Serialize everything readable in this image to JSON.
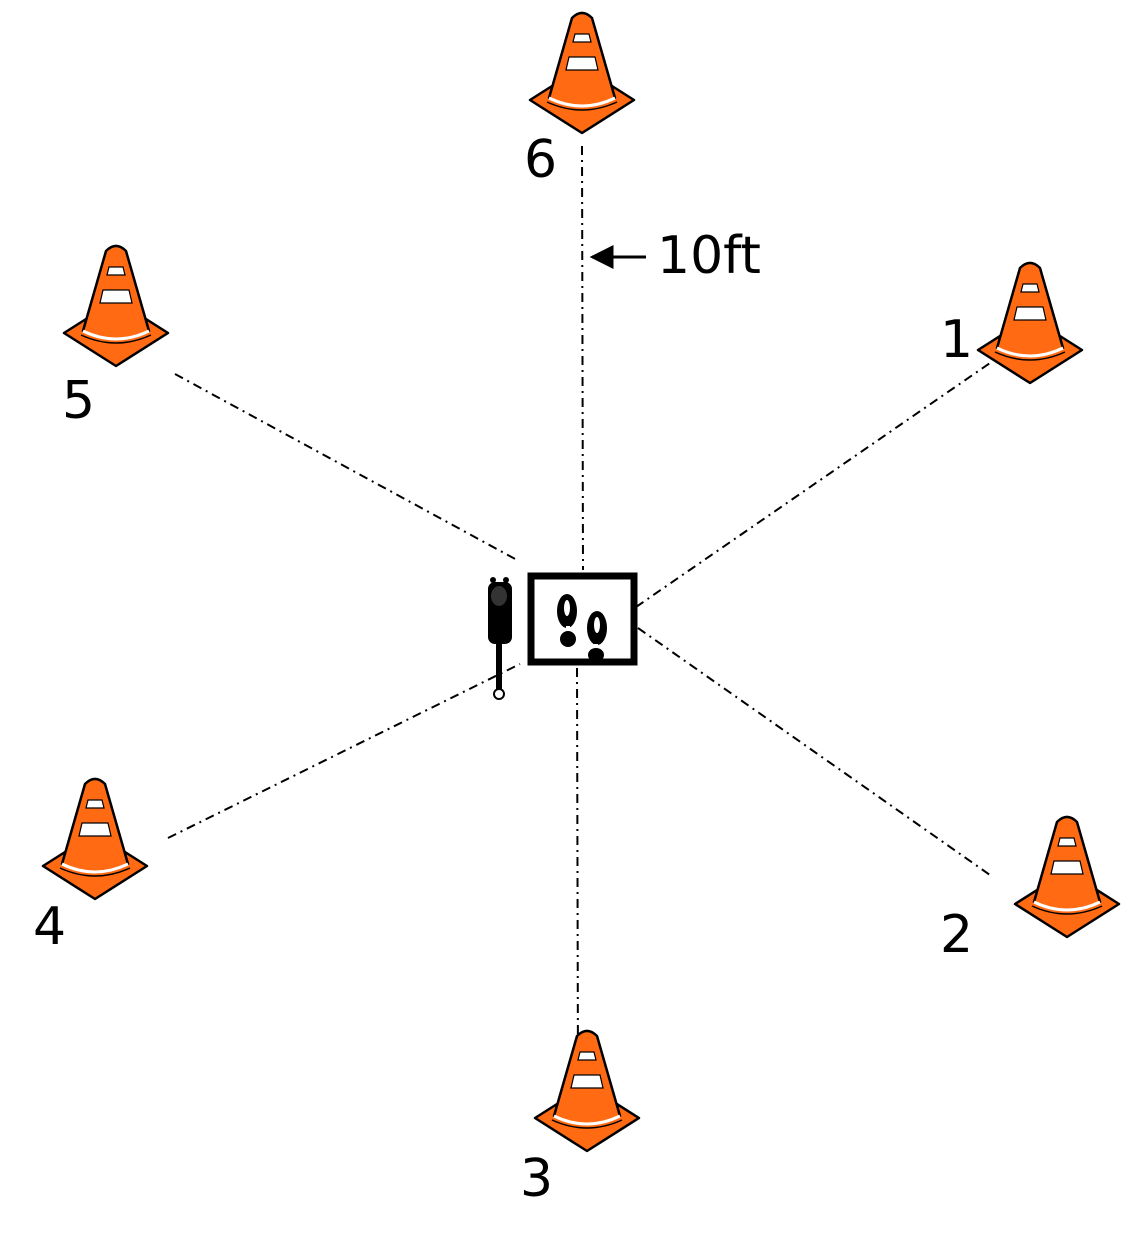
{
  "distance_label": "10ft",
  "cones": [
    {
      "id": "1",
      "label": "1"
    },
    {
      "id": "2",
      "label": "2"
    },
    {
      "id": "3",
      "label": "3"
    },
    {
      "id": "4",
      "label": "4"
    },
    {
      "id": "5",
      "label": "5"
    },
    {
      "id": "6",
      "label": "6"
    }
  ],
  "colors": {
    "cone": "#ff6a13",
    "outline": "#000000",
    "stripe": "#ffffff"
  },
  "icons": {
    "start": "footprints-icon",
    "cone": "traffic-cone-icon",
    "device": "handheld-device-icon"
  }
}
